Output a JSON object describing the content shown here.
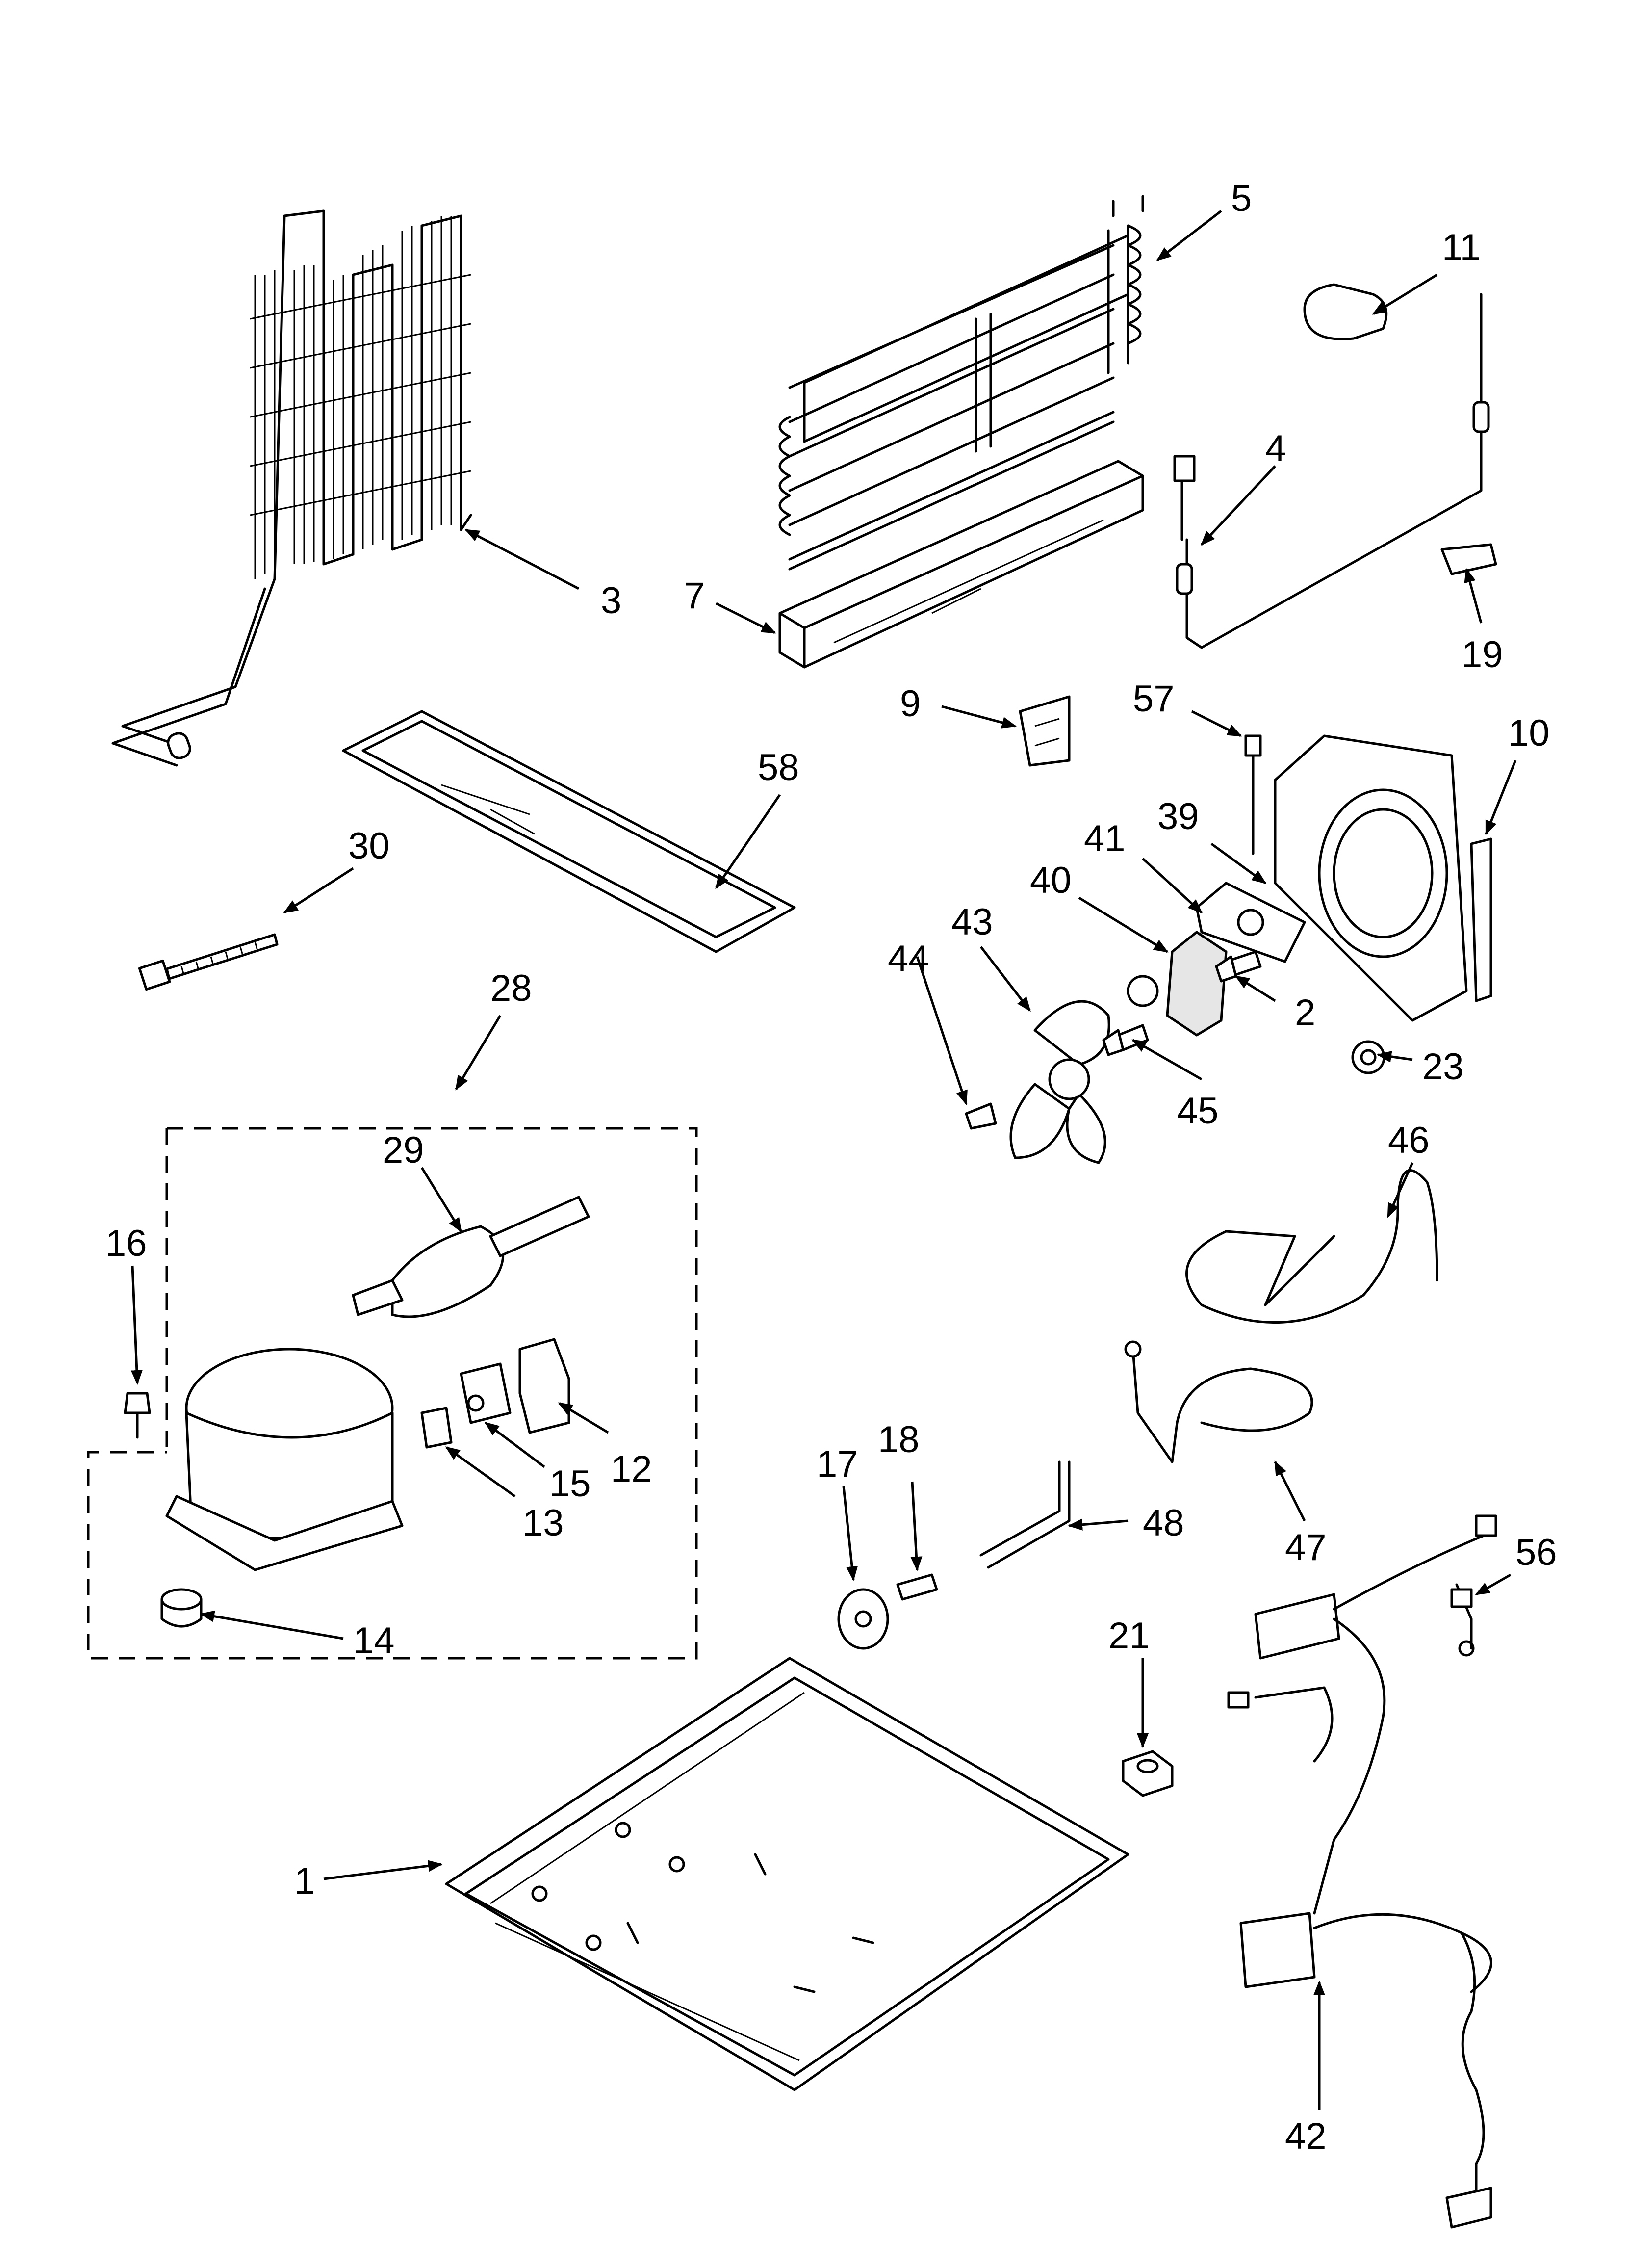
{
  "callouts": [
    {
      "id": "p1",
      "label": "1"
    },
    {
      "id": "p2",
      "label": "2"
    },
    {
      "id": "p3",
      "label": "3"
    },
    {
      "id": "p4",
      "label": "4"
    },
    {
      "id": "p5",
      "label": "5"
    },
    {
      "id": "p7",
      "label": "7"
    },
    {
      "id": "p9",
      "label": "9"
    },
    {
      "id": "p10",
      "label": "10"
    },
    {
      "id": "p11",
      "label": "11"
    },
    {
      "id": "p12",
      "label": "12"
    },
    {
      "id": "p13",
      "label": "13"
    },
    {
      "id": "p14",
      "label": "14"
    },
    {
      "id": "p15",
      "label": "15"
    },
    {
      "id": "p16",
      "label": "16"
    },
    {
      "id": "p17",
      "label": "17"
    },
    {
      "id": "p18",
      "label": "18"
    },
    {
      "id": "p19",
      "label": "19"
    },
    {
      "id": "p21",
      "label": "21"
    },
    {
      "id": "p23",
      "label": "23"
    },
    {
      "id": "p28",
      "label": "28"
    },
    {
      "id": "p29",
      "label": "29"
    },
    {
      "id": "p30",
      "label": "30"
    },
    {
      "id": "p39",
      "label": "39"
    },
    {
      "id": "p40",
      "label": "40"
    },
    {
      "id": "p41",
      "label": "41"
    },
    {
      "id": "p42",
      "label": "42"
    },
    {
      "id": "p43",
      "label": "43"
    },
    {
      "id": "p44",
      "label": "44"
    },
    {
      "id": "p45",
      "label": "45"
    },
    {
      "id": "p46",
      "label": "46"
    },
    {
      "id": "p47",
      "label": "47"
    },
    {
      "id": "p48",
      "label": "48"
    },
    {
      "id": "p56",
      "label": "56"
    },
    {
      "id": "p57",
      "label": "57"
    },
    {
      "id": "p58",
      "label": "58"
    }
  ]
}
